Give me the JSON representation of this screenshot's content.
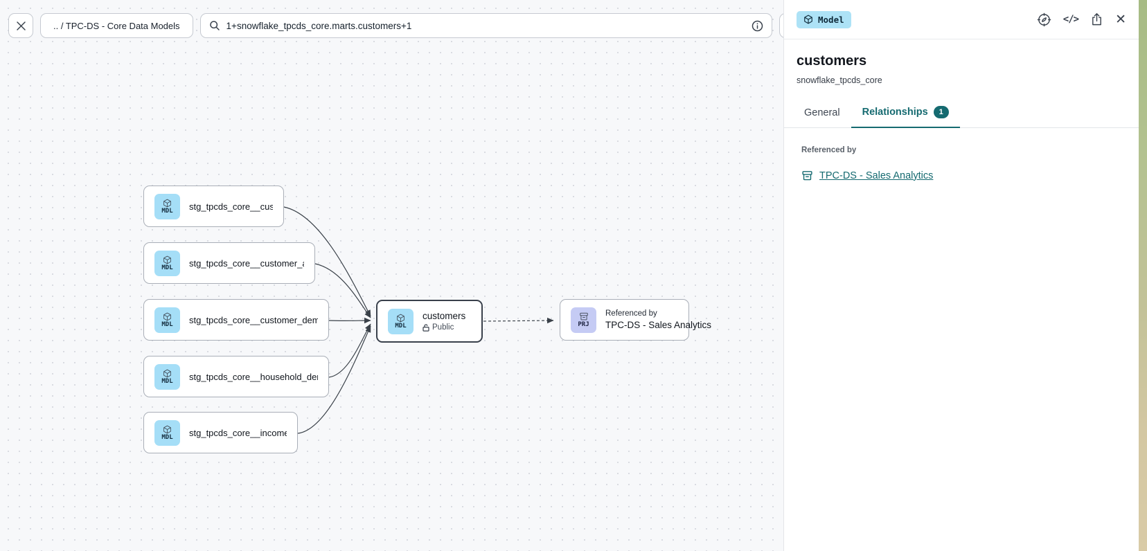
{
  "toolbar": {
    "close_label": "close",
    "breadcrumb": ".. / TPC-DS - Core Data Models",
    "search_value": "1+snowflake_tpcds_core.marts.customers+1"
  },
  "canvas": {
    "upstream": [
      {
        "type": "MDL",
        "label": "stg_tpcds_core__customer"
      },
      {
        "type": "MDL",
        "label": "stg_tpcds_core__customer_address"
      },
      {
        "type": "MDL",
        "label": "stg_tpcds_core__customer_demogra…"
      },
      {
        "type": "MDL",
        "label": "stg_tpcds_core__household_demogr…"
      },
      {
        "type": "MDL",
        "label": "stg_tpcds_core__income_band"
      }
    ],
    "selected_node": {
      "type": "MDL",
      "name": "customers",
      "visibility": "Public"
    },
    "downstream_node": {
      "type": "PRJ",
      "caption": "Referenced by",
      "name": "TPC-DS - Sales Analytics"
    }
  },
  "panel": {
    "type_badge": "Model",
    "title": "customers",
    "subtitle": "snowflake_tpcds_core",
    "tabs": [
      {
        "label": "General",
        "active": false
      },
      {
        "label": "Relationships",
        "active": true,
        "count": "1"
      }
    ],
    "section_label": "Referenced by",
    "reference_link": "TPC-DS - Sales Analytics"
  },
  "colors": {
    "accent_teal": "#156a70",
    "model_badge_bg": "#ade2f6",
    "mdl_icon_bg": "#a5def7",
    "prj_icon_bg": "#c5cbf4",
    "canvas_bg": "#f7f8fa"
  }
}
